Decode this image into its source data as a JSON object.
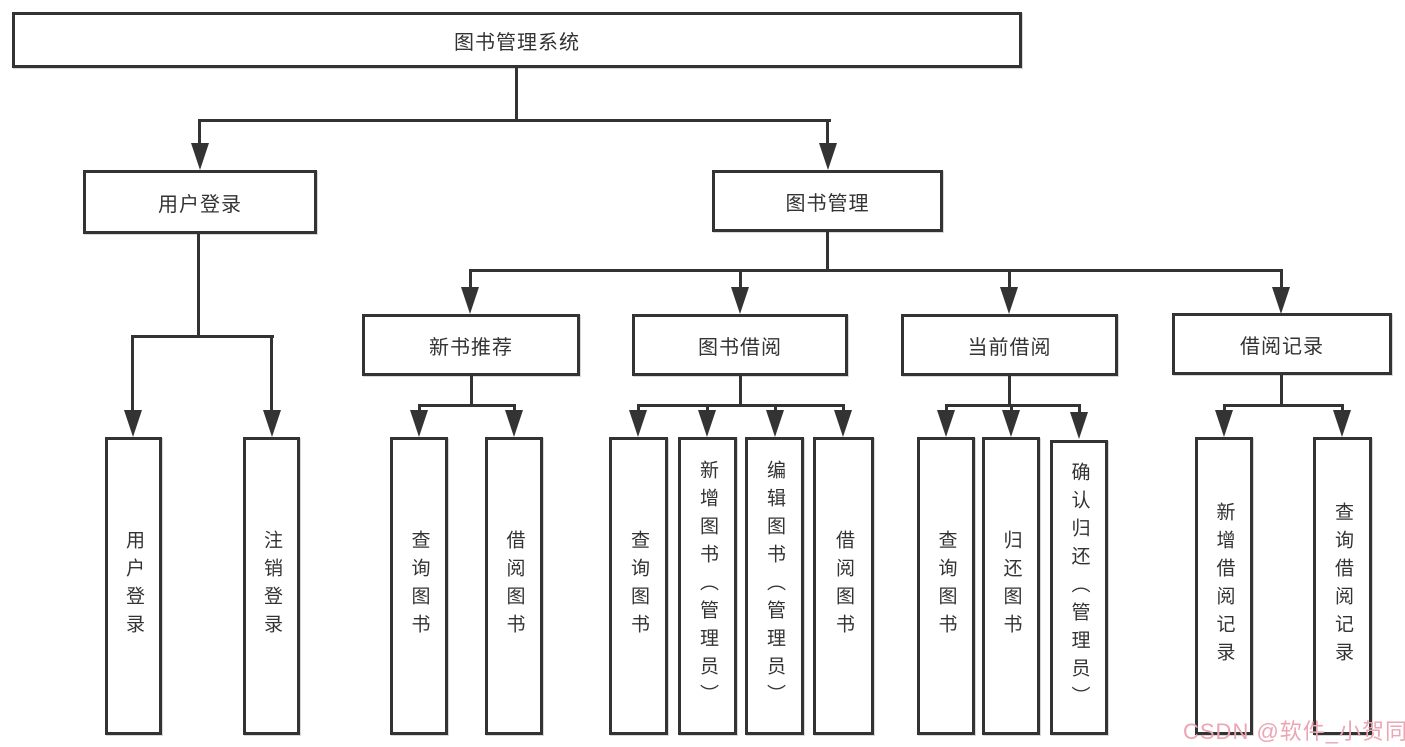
{
  "background": "#ffffff",
  "line_color": "#333333",
  "text_color": "#333333",
  "watermark": {
    "text": "CSDN @软件_小贺同学",
    "color": "#eba6b3"
  },
  "tree": {
    "root": {
      "label": "图书管理系统"
    },
    "branches": [
      {
        "label": "用户登录",
        "children": [
          {
            "label": "用户登录"
          },
          {
            "label": "注销登录"
          }
        ]
      },
      {
        "label": "图书管理",
        "children": [
          {
            "label": "新书推荐",
            "children": [
              {
                "label": "查询图书"
              },
              {
                "label": "借阅图书"
              }
            ]
          },
          {
            "label": "图书借阅",
            "children": [
              {
                "label": "查询图书"
              },
              {
                "label": "新增图书（管理员）"
              },
              {
                "label": "编辑图书（管理员）"
              },
              {
                "label": "借阅图书"
              }
            ]
          },
          {
            "label": "当前借阅",
            "children": [
              {
                "label": "查询图书"
              },
              {
                "label": "归还图书"
              },
              {
                "label": "确认归还（管理员）"
              }
            ]
          },
          {
            "label": "借阅记录",
            "children": [
              {
                "label": "新增借阅记录"
              },
              {
                "label": "查询借阅记录"
              }
            ]
          }
        ]
      }
    ]
  }
}
